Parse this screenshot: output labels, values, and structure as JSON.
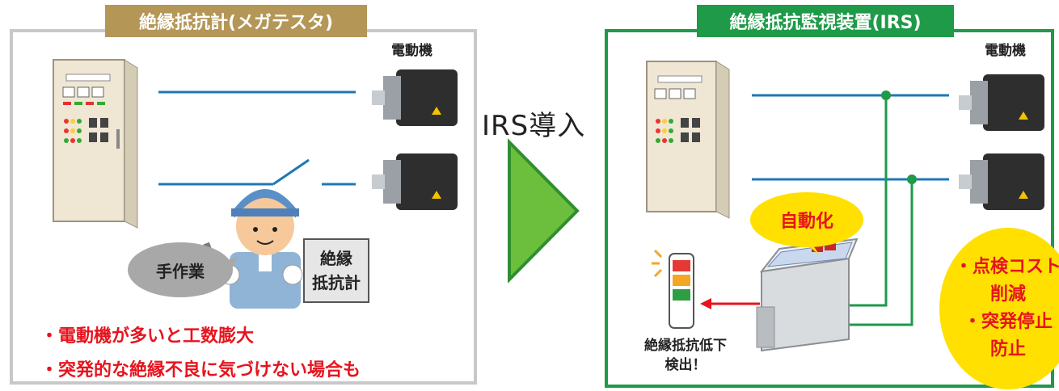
{
  "left_panel": {
    "title": "絶縁抵抗計(メガテスタ)",
    "motor_label": "電動機",
    "bubble_text": "手作業",
    "meter_lines": [
      "絶縁",
      "抵抗計"
    ],
    "issues": [
      "・電動機が多いと工数膨大",
      "・突発的な絶縁不良に気づけない場合も"
    ]
  },
  "transition": {
    "label": "IRS導入"
  },
  "right_panel": {
    "title": "絶縁抵抗監視装置(IRS)",
    "motor_label": "電動機",
    "bubble_text": "自動化",
    "detect_lines": [
      "絶縁抵抗低下",
      "検出！"
    ],
    "benefits": [
      "・点検コスト",
      "削減",
      "・突発停止",
      "防止"
    ]
  },
  "colors": {
    "left_title_bg": "#b49656",
    "right_title_bg": "#1e9a48",
    "wire": "#1f78b4",
    "sense_wire": "#1e9a48",
    "accent_red": "#e6141e",
    "highlight_yellow": "#ffe000",
    "arrow_green": "#6cbf3c"
  }
}
